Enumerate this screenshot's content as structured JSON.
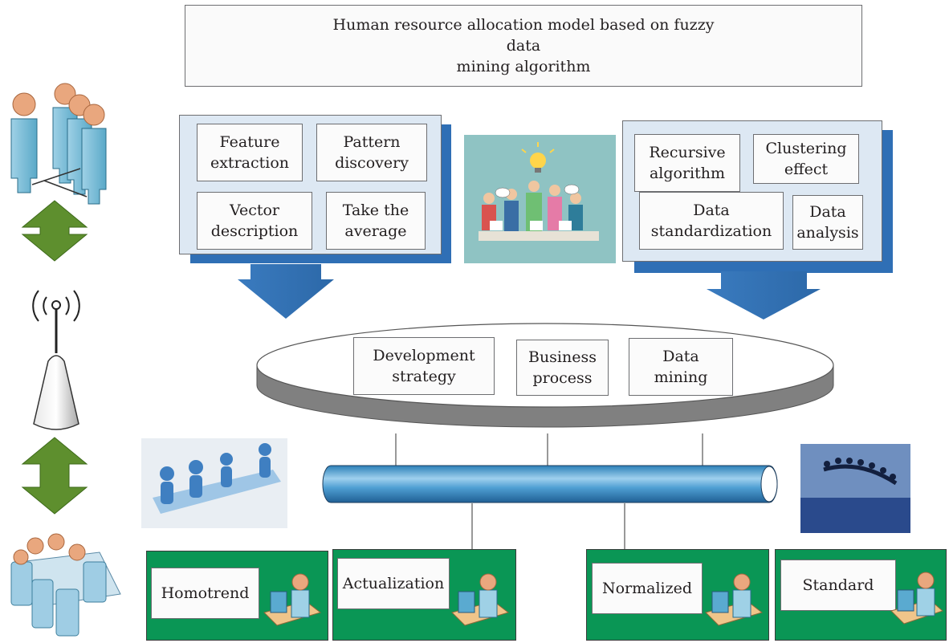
{
  "title": {
    "line1": "Human resource allocation model based on fuzzy data",
    "line2": "mining algorithm"
  },
  "left_panel": {
    "cells": [
      {
        "line1": "Feature",
        "line2": "extraction"
      },
      {
        "line1": "Pattern",
        "line2": "discovery"
      },
      {
        "line1": "Vector",
        "line2": "description"
      },
      {
        "line1": "Take the",
        "line2": "average"
      }
    ]
  },
  "right_panel": {
    "cells": [
      {
        "line1": "Recursive",
        "line2": "algorithm"
      },
      {
        "line1": "Clustering",
        "line2": "effect"
      },
      {
        "line1": "Data",
        "line2": "standardization"
      },
      {
        "line1": "Data",
        "line2": "analysis"
      }
    ]
  },
  "disc": {
    "cells": [
      {
        "line1": "Development",
        "line2": "strategy"
      },
      {
        "line1": "Business",
        "line2": "process"
      },
      {
        "line1": "Data",
        "line2": "mining"
      }
    ]
  },
  "outputs": [
    {
      "label": "Homotrend"
    },
    {
      "label": "Actualization"
    },
    {
      "label": "Normalized"
    },
    {
      "label": "Standard"
    }
  ],
  "colors": {
    "panel_shadow": "#2f6fb5",
    "panel_fill": "#dde8f3",
    "output_green": "#0a9655",
    "double_arrow": "#5e8f2e",
    "pipe": "#3d8fc4"
  },
  "icons": [
    "people-group-icon",
    "double-arrow-icon",
    "antenna-icon",
    "meeting-table-icon",
    "idea-team-image",
    "puzzle-people-image",
    "human-chain-image",
    "operator-workstation-icon"
  ]
}
